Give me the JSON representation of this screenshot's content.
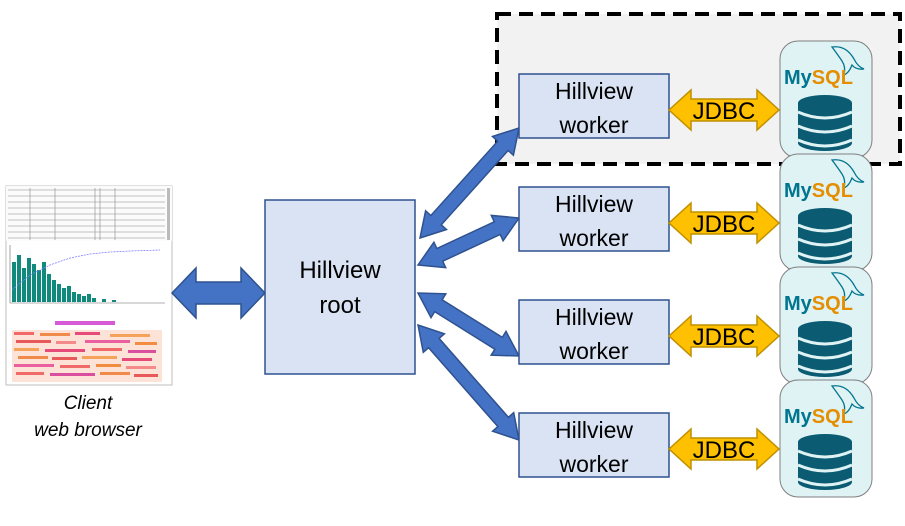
{
  "client": {
    "caption_line1": "Client",
    "caption_line2": "web browser"
  },
  "root": {
    "line1": "Hillview",
    "line2": "root"
  },
  "workers": [
    {
      "line1": "Hillview",
      "line2": "worker",
      "connector": "JDBC",
      "db_logo": "MySQL"
    },
    {
      "line1": "Hillview",
      "line2": "worker",
      "connector": "JDBC",
      "db_logo": "MySQL"
    },
    {
      "line1": "Hillview",
      "line2": "worker",
      "connector": "JDBC",
      "db_logo": "MySQL"
    },
    {
      "line1": "Hillview",
      "line2": "worker",
      "connector": "JDBC",
      "db_logo": "MySQL"
    }
  ],
  "colors": {
    "box_fill": "#dae3f3",
    "box_stroke": "#2f528f",
    "arrow_blue": "#4472c4",
    "jdbc_fill": "#ffc000",
    "jdbc_stroke": "#bf9000",
    "db_fill": "#dff2f4",
    "db_icon": "#0b5b73",
    "mysql_blue": "#00758f",
    "mysql_orange": "#e48e00",
    "highlight_fill": "#f2f2f2"
  }
}
